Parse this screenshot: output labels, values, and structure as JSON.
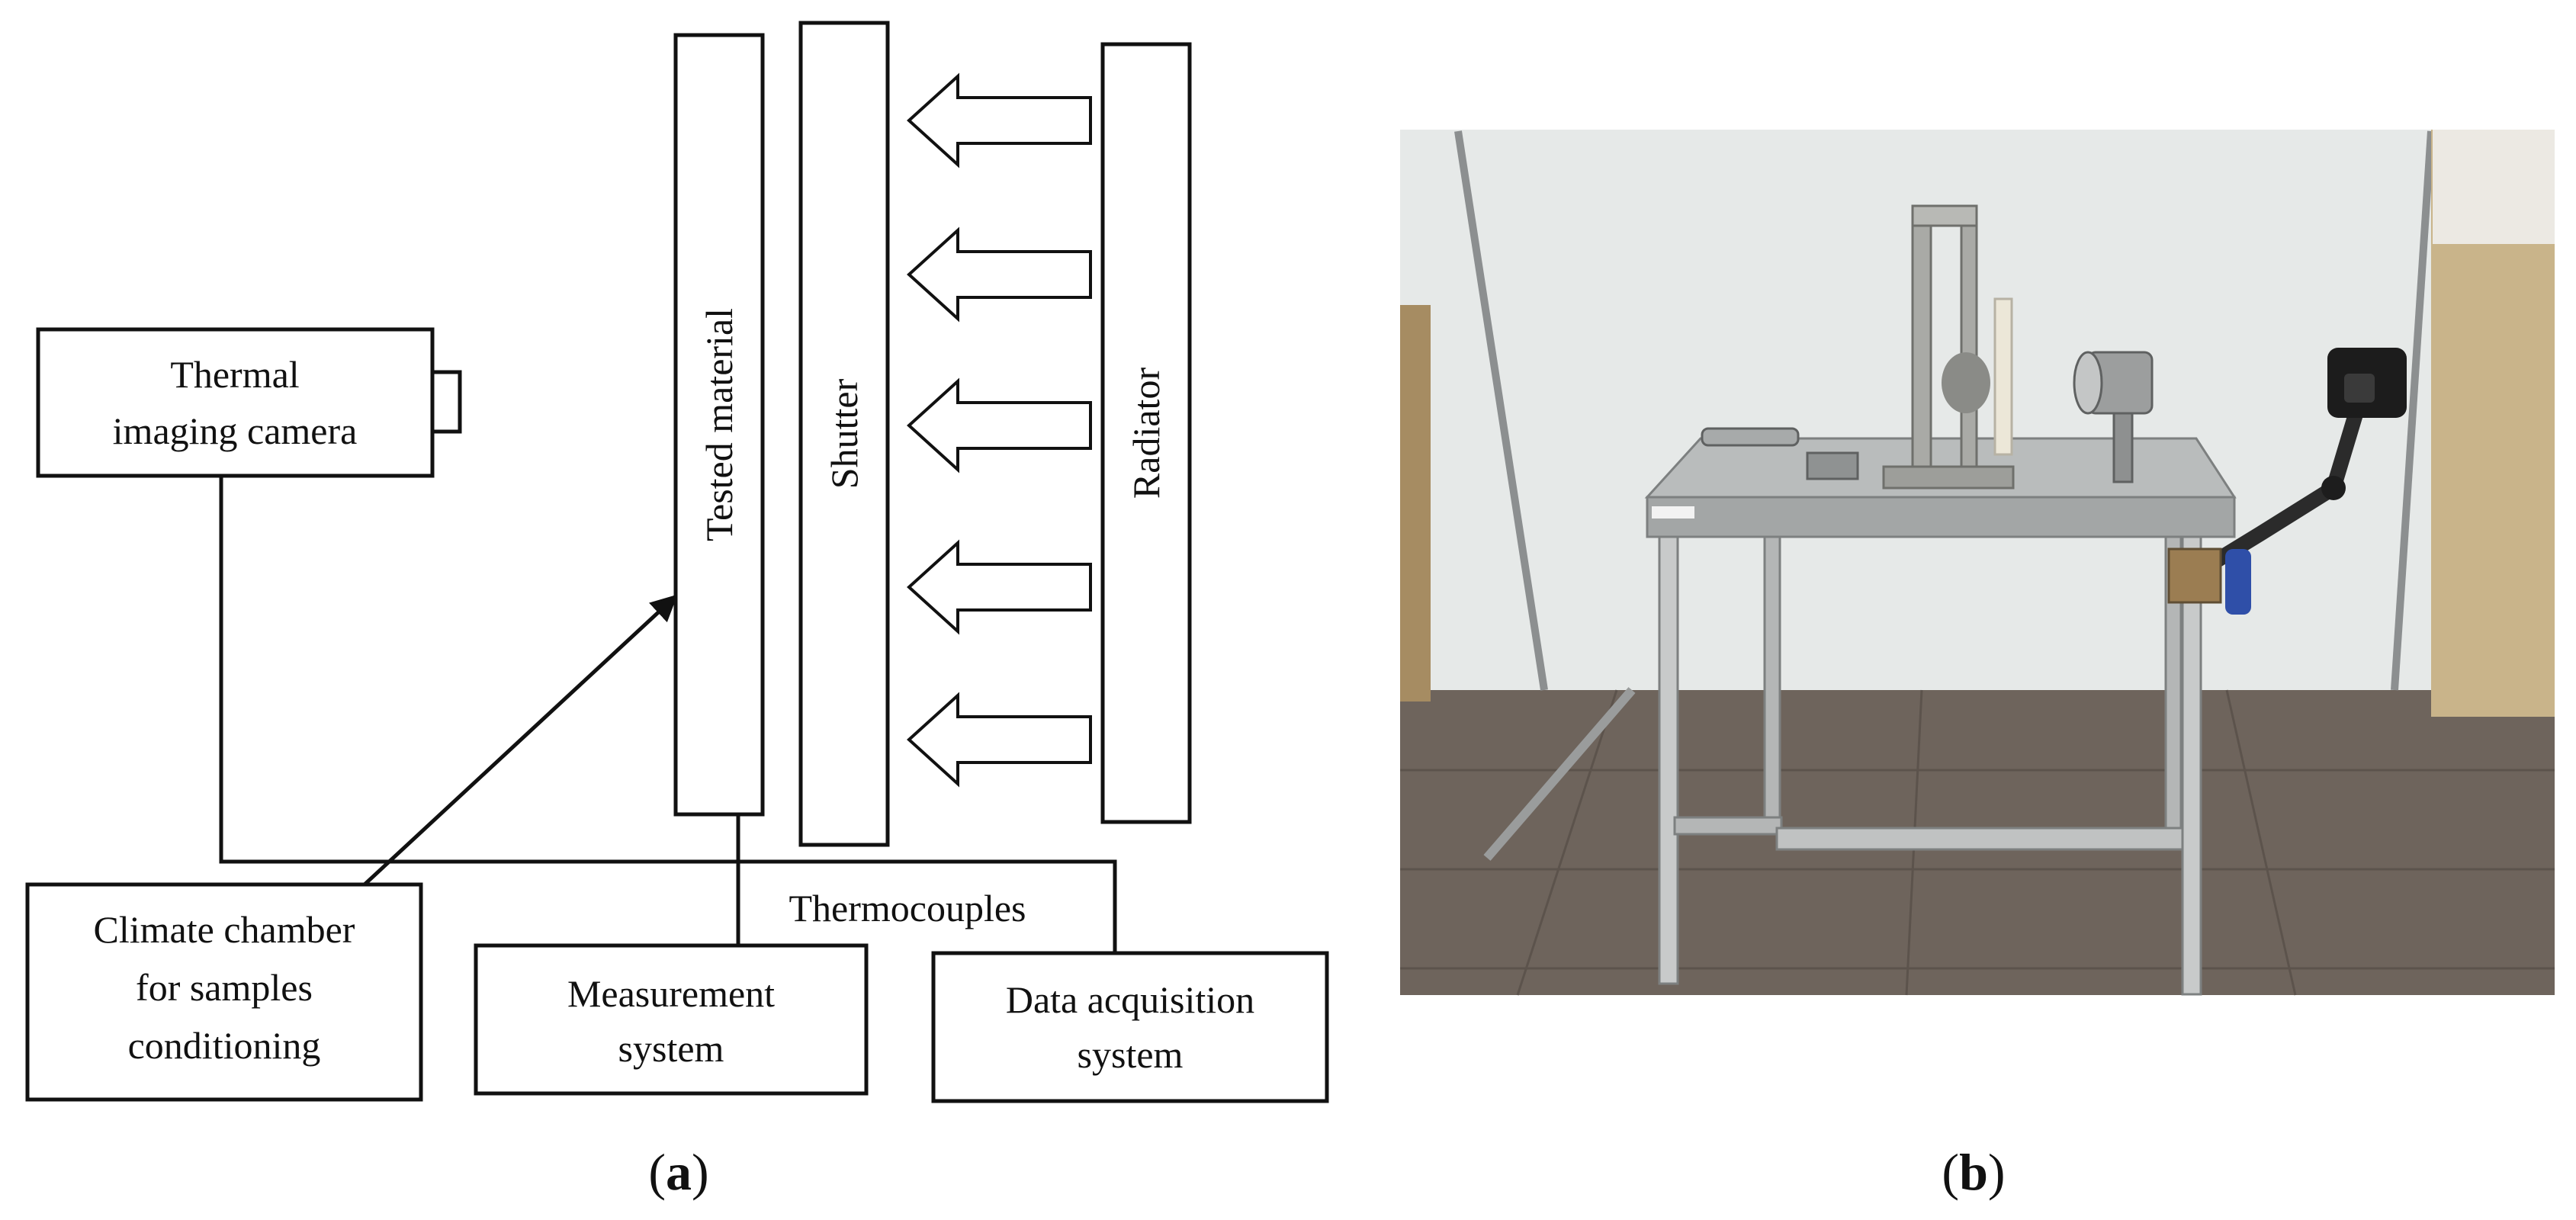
{
  "panel_a": {
    "camera_line1": "Thermal",
    "camera_line2": "imaging camera",
    "tested_material": "Tested material",
    "shutter": "Shutter",
    "radiator": "Radiator",
    "climate_line1": "Climate chamber",
    "climate_line2": "for samples",
    "climate_line3": "conditioning",
    "thermocouples": "Thermocouples",
    "measurement_line1": "Measurement",
    "measurement_line2": "system",
    "daq_line1": "Data acquisition",
    "daq_line2": "system"
  },
  "captions": {
    "a_open": "(",
    "a_letter": "a",
    "a_close": ")",
    "b_open": "(",
    "b_letter": "b",
    "b_close": ")"
  },
  "photo": {
    "wall_color": "#e6e9e8",
    "floor_color": "#6e645c",
    "pillar_color": "#c9b48a"
  }
}
